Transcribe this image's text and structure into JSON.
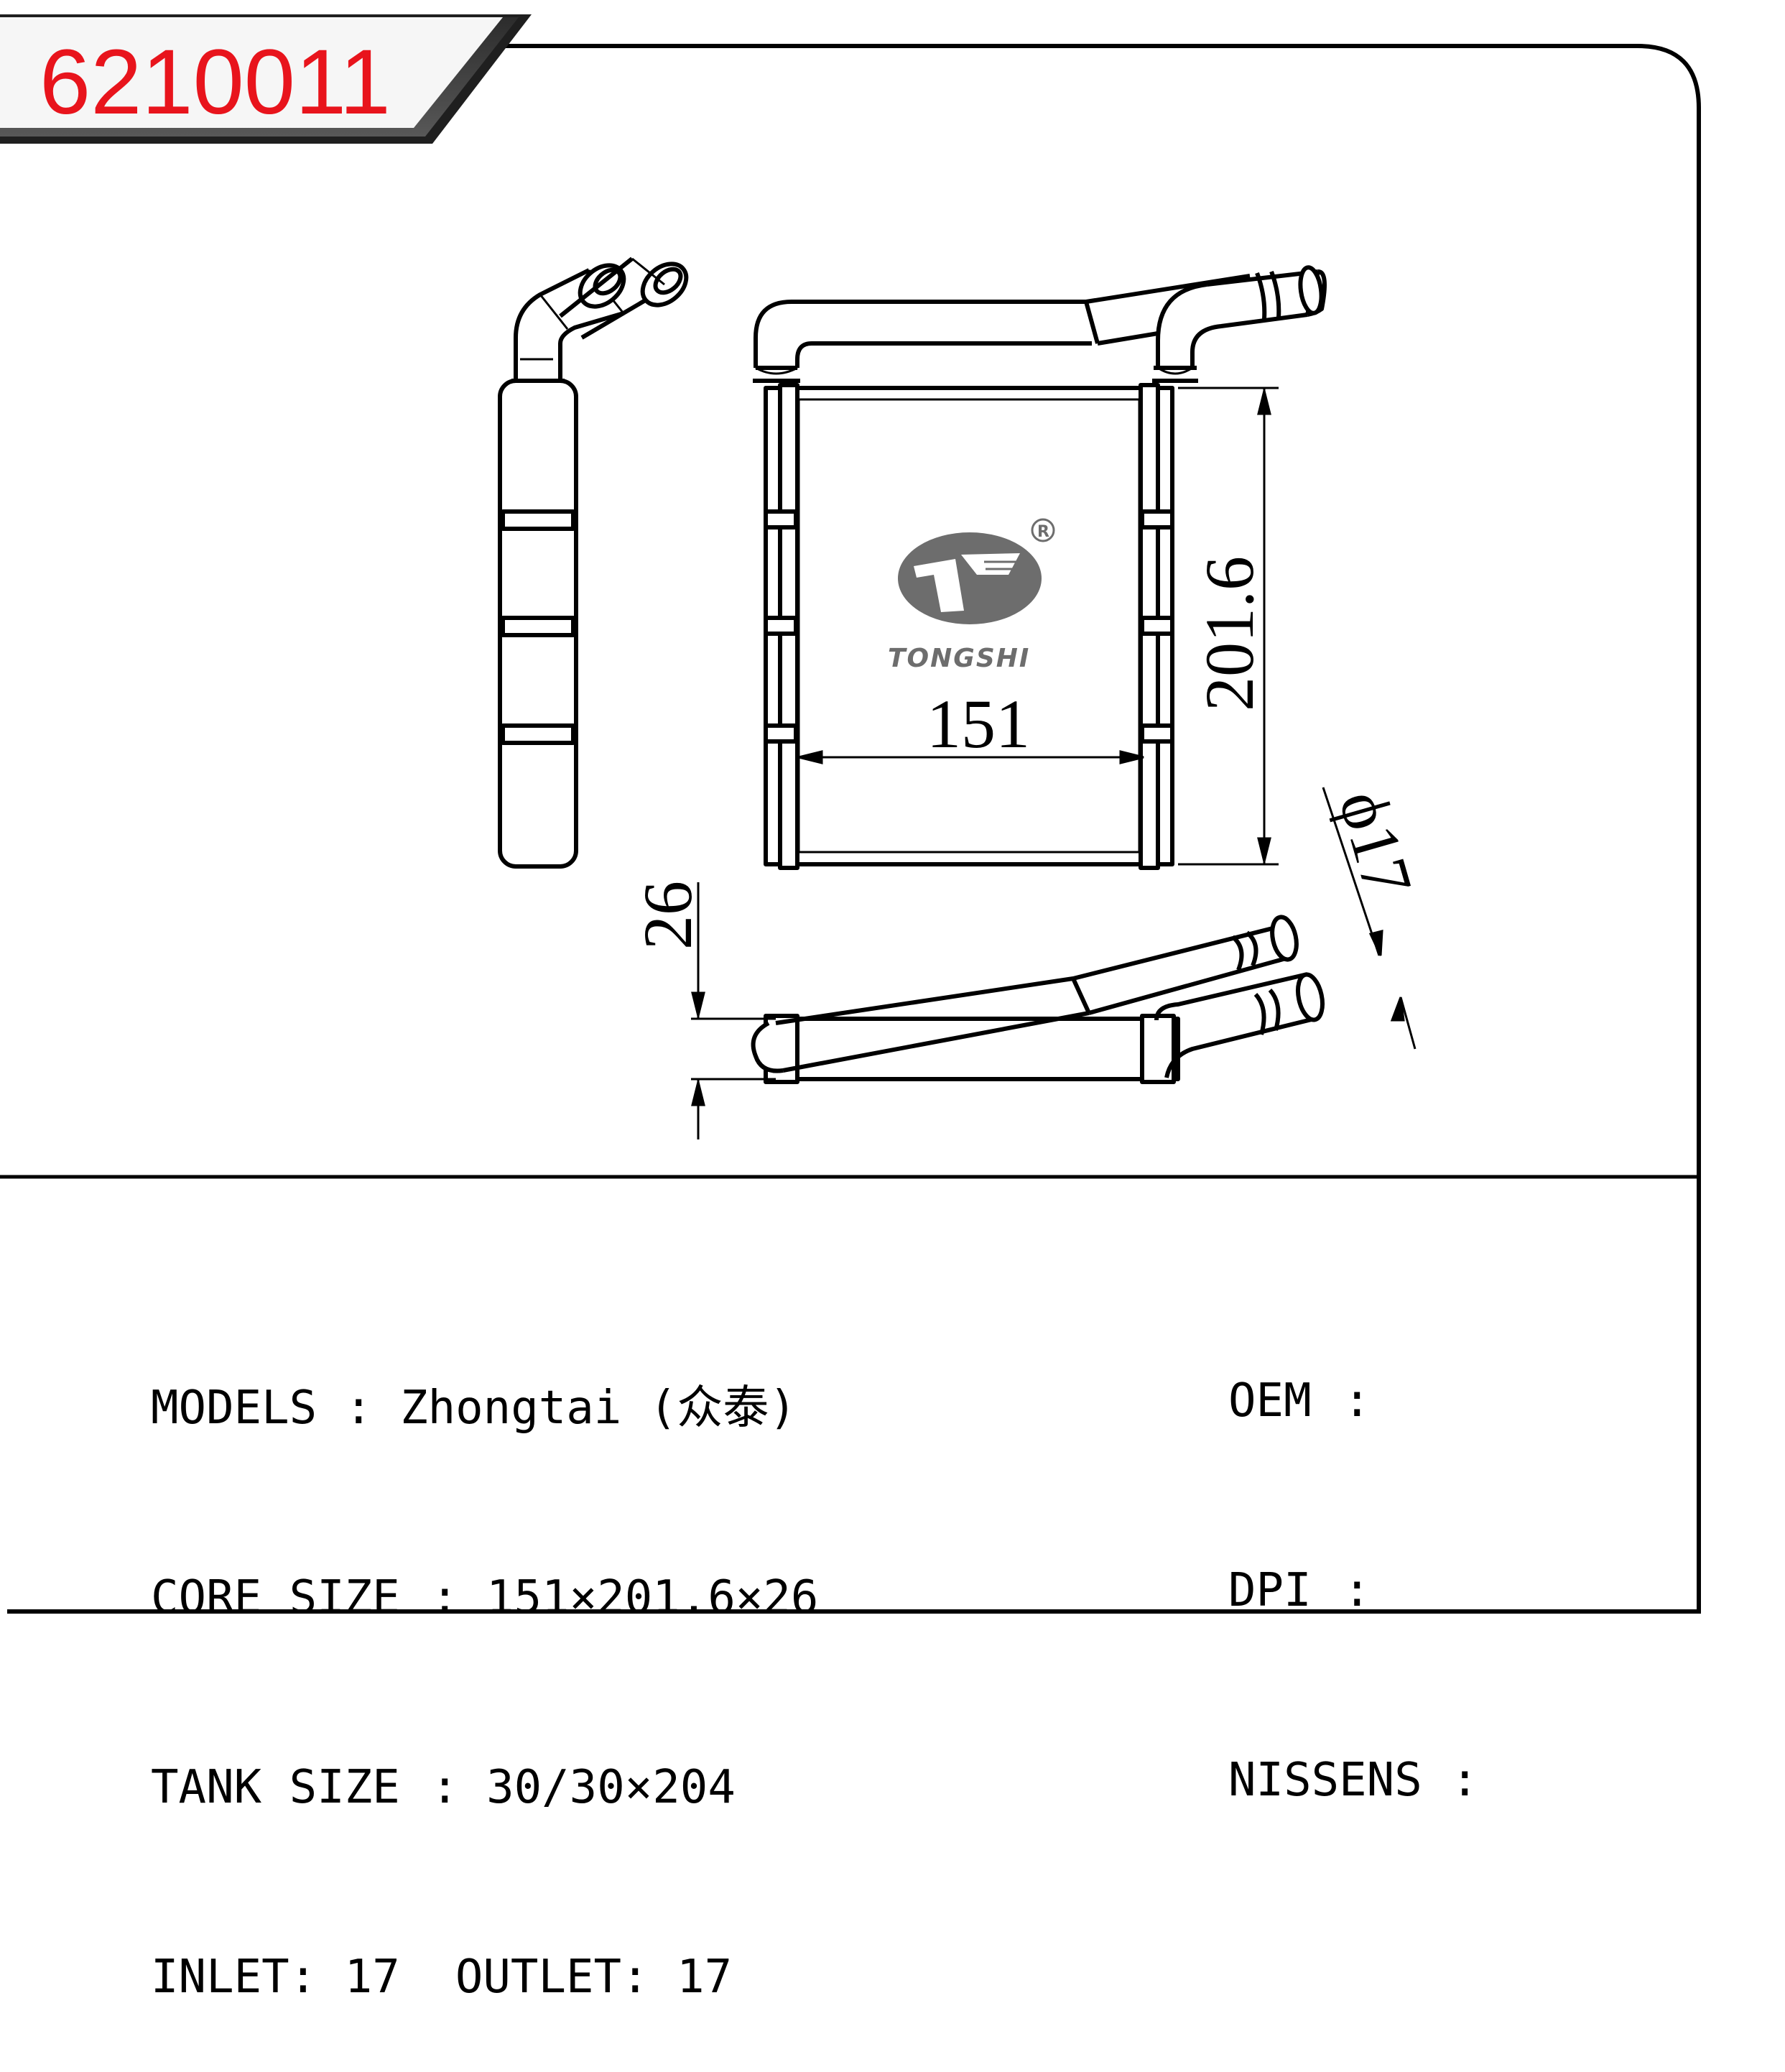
{
  "part_number": "6210011",
  "brand": {
    "name": "TONGSHI",
    "registered_mark": "R"
  },
  "dimensions": {
    "width": "151",
    "height": "201.6",
    "depth": "26",
    "pipe_diameter": "ϕ17"
  },
  "specs": {
    "models_label": "MODELS",
    "models_value": "Zhongtai (众泰)",
    "core_label": "CORE SIZE",
    "core_value": "151×201.6×26",
    "tank_label": "TANK SIZE",
    "tank_value": "30/30×204",
    "inlet_label": "INLET:",
    "inlet_value": "17",
    "outlet_label": "OUTLET:",
    "outlet_value": "17",
    "separator": ":"
  },
  "cross_reference": {
    "oem_label": "OEM",
    "dpi_label": "DPI",
    "nissens_label": "NISSENS",
    "separator": ":"
  },
  "colors": {
    "part_number": "#e8141c",
    "tab_fill": "#404040",
    "logo_gray": "#6d6d6d"
  }
}
